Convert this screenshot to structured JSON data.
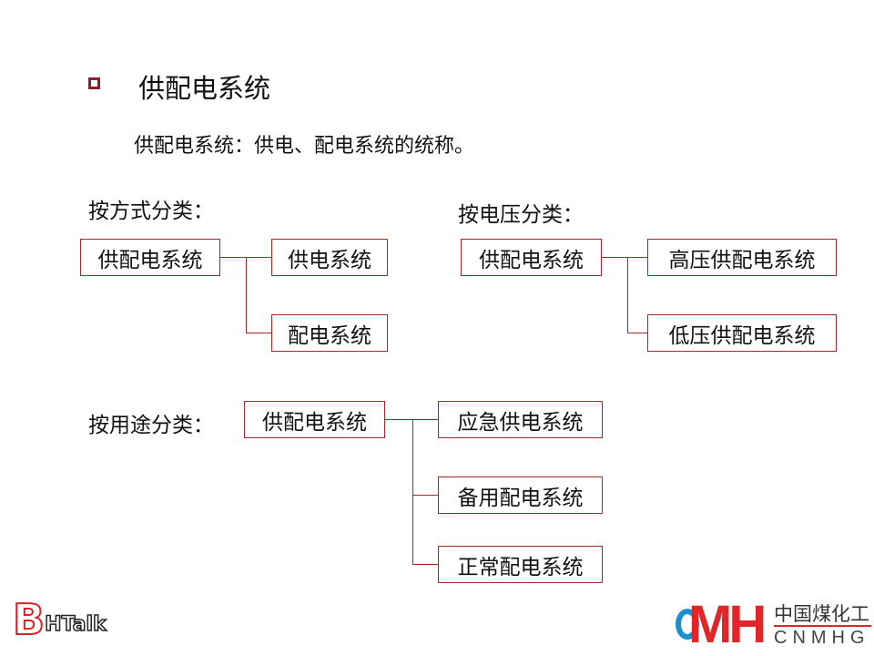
{
  "title": "供配电系统",
  "definition": "供配电系统：供电、配电系统的统称。",
  "by_method": {
    "label": "按方式分类：",
    "root": "供配电系统",
    "children": [
      "供电系统",
      "配电系统"
    ]
  },
  "by_voltage": {
    "label": "按电压分类：",
    "root": "供配电系统",
    "children": [
      "高压供配电系统",
      "低压供配电系统"
    ]
  },
  "by_use": {
    "label": "按用途分类：",
    "root": "供配电系统",
    "children": [
      "应急供电系统",
      "备用配电系统",
      "正常配电系统"
    ]
  },
  "logos": {
    "left": "BHTalk",
    "right_cn": "中国煤化工",
    "right_en": "CNMHG"
  },
  "colors": {
    "accent": "#a3282d",
    "logo_red": "#e0262a",
    "logo_blue": "#1a8fd0"
  }
}
